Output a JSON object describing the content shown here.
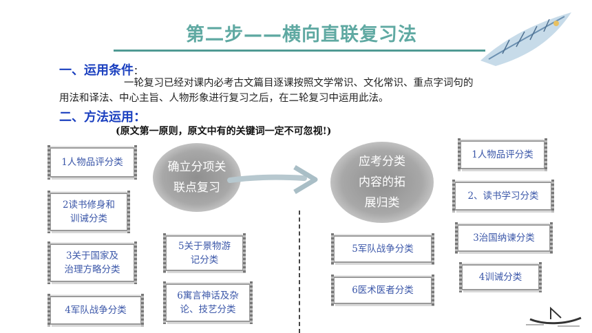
{
  "title": "第二步——横向直联复习法",
  "section1": {
    "heading": "一、运用条件",
    "colon": "：",
    "line1": "一轮复习已经对课内必考古文篇目逐课按照文学常识、文化常识、重点字词句的",
    "line2": "用法和译法、中心主旨、人物形象进行复习之后，在二轮复习中运用此法。"
  },
  "section2": {
    "heading": "二、方法运用：",
    "note": "(原文第一原则，原文中有的关键词一定不可忽视!)"
  },
  "left_blob": {
    "line1": "确立分项关",
    "line2": "联点复习"
  },
  "right_blob": {
    "line1": "应考分类",
    "line2": "内容的拓",
    "line3": "展归类"
  },
  "left_boxes": {
    "b1": "1人物品评分类",
    "b2a": "2读书修身和",
    "b2b": "训诫分类",
    "b3a": "3关于国家及",
    "b3b": "治理方略分类",
    "b4": "4军队战争分类",
    "b5a": "5关于景物游",
    "b5b": "记分类",
    "b6a": "6寓言神话及杂",
    "b6b": "论、技艺分类"
  },
  "middle_boxes": {
    "m5": "5军队战争分类",
    "m6": "6医术医者分类"
  },
  "right_boxes": {
    "r1": "1人物品评分类",
    "r2": "2、读书学习分类",
    "r3": "3治国纳谏分类",
    "r4": "4训诫分类"
  }
}
